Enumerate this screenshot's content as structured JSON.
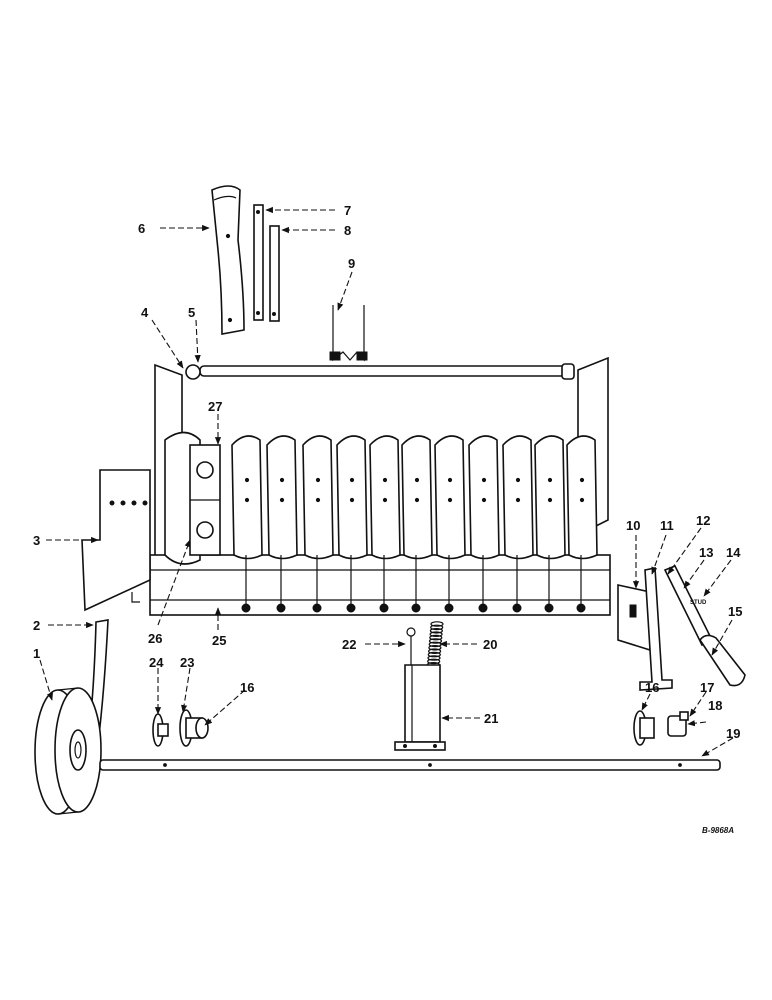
{
  "drawing_ref": "B-9868A",
  "stamp_text": "STUD",
  "callouts": [
    {
      "id": "c1",
      "text": "1"
    },
    {
      "id": "c2",
      "text": "2"
    },
    {
      "id": "c3",
      "text": "3"
    },
    {
      "id": "c4",
      "text": "4"
    },
    {
      "id": "c5",
      "text": "5"
    },
    {
      "id": "c6",
      "text": "6"
    },
    {
      "id": "c7",
      "text": "7"
    },
    {
      "id": "c8",
      "text": "8"
    },
    {
      "id": "c9",
      "text": "9"
    },
    {
      "id": "c10",
      "text": "10"
    },
    {
      "id": "c11",
      "text": "11"
    },
    {
      "id": "c12",
      "text": "12"
    },
    {
      "id": "c13",
      "text": "13"
    },
    {
      "id": "c14",
      "text": "14"
    },
    {
      "id": "c15",
      "text": "15"
    },
    {
      "id": "c16a",
      "text": "16"
    },
    {
      "id": "c16b",
      "text": "16"
    },
    {
      "id": "c17",
      "text": "17"
    },
    {
      "id": "c18",
      "text": "18"
    },
    {
      "id": "c19",
      "text": "19"
    },
    {
      "id": "c20",
      "text": "20"
    },
    {
      "id": "c21",
      "text": "21"
    },
    {
      "id": "c22",
      "text": "22"
    },
    {
      "id": "c23",
      "text": "23"
    },
    {
      "id": "c24",
      "text": "24"
    },
    {
      "id": "c25",
      "text": "25"
    },
    {
      "id": "c26",
      "text": "26"
    },
    {
      "id": "c27",
      "text": "27"
    }
  ]
}
